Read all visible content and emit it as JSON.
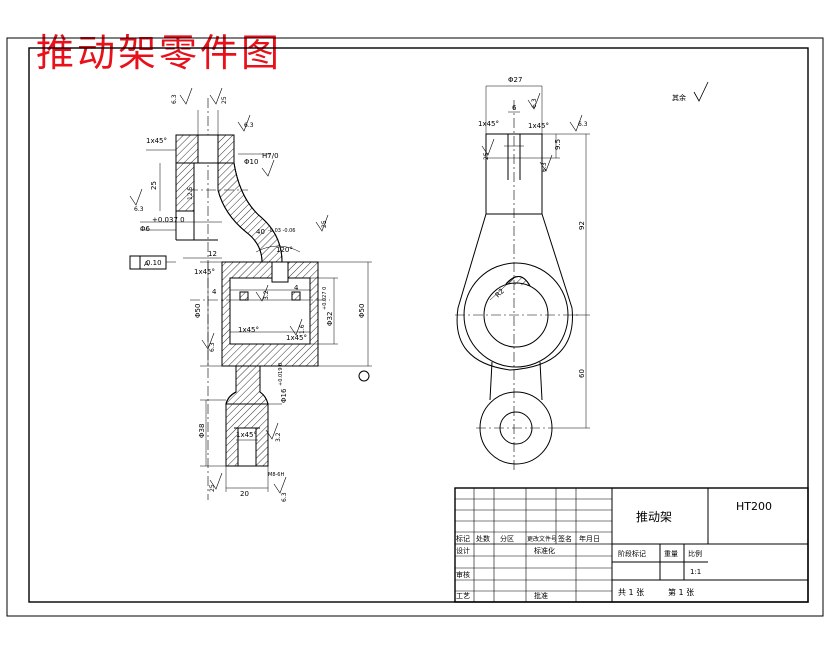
{
  "title": "推动架零件图",
  "colors": {
    "title": "#e8101a",
    "line": "#000000",
    "hatch": "#000000"
  },
  "roughness_note": "其余",
  "left_view": {
    "chamfer_top": "1x45°",
    "chamfer_mid_left": "1x45°",
    "chamfer_mid_center": "1x45°",
    "chamfer_mid_right": "1x45°",
    "chamfer_bottom": "1x45°",
    "dim_phi10": "Φ10",
    "dim_phi10_tol": "H7/0",
    "dim_25": "25",
    "dim_phi6": "Φ6",
    "dim_phi6_tol": "+0.037 0",
    "dim_12": "12",
    "dim_4a": "4",
    "dim_4b": "4",
    "dim_phi50": "Φ50",
    "dim_phi32": "Φ32",
    "dim_phi32_tol": "+0.027 0",
    "dim_phi50_right": "Φ50",
    "dim_phi16": "Φ16",
    "dim_phi16_tol": "+0.019 0",
    "dim_phi38": "Φ38",
    "dim_20": "20",
    "dim_m8": "M8-6H",
    "dim_angle": "120°",
    "dim_40": "40",
    "dim_tol_neg": "-0.03 -0.06",
    "geo_tol_value": "0.10",
    "geo_datum": "A",
    "rough_63": "6.3",
    "rough_25": "25",
    "rough_32": "3.2",
    "rough_125": "12.5",
    "rough_16": "1.6"
  },
  "right_view": {
    "dim_phi27": "Φ27",
    "dim_6": "6",
    "chamfer_left": "1x45°",
    "chamfer_right": "1x45°",
    "dim_9_5": "9.5",
    "dim_92": "92",
    "dim_60": "60",
    "dim_r2": "R2"
  },
  "title_block": {
    "part_name": "推动架",
    "material": "HT200",
    "headers": [
      "标记",
      "处数",
      "分区",
      "更改文件号",
      "签名",
      "年月日"
    ],
    "row_design": "设计",
    "row_standard": "标准化",
    "row_review": "审核",
    "row_process": "工艺",
    "row_approve": "批准",
    "stage_label": "阶段标记",
    "weight_label": "重量",
    "scale_label": "比例",
    "scale_value": "1:1",
    "sheets_total": "共 1 张",
    "sheet_no": "第 1 张"
  }
}
